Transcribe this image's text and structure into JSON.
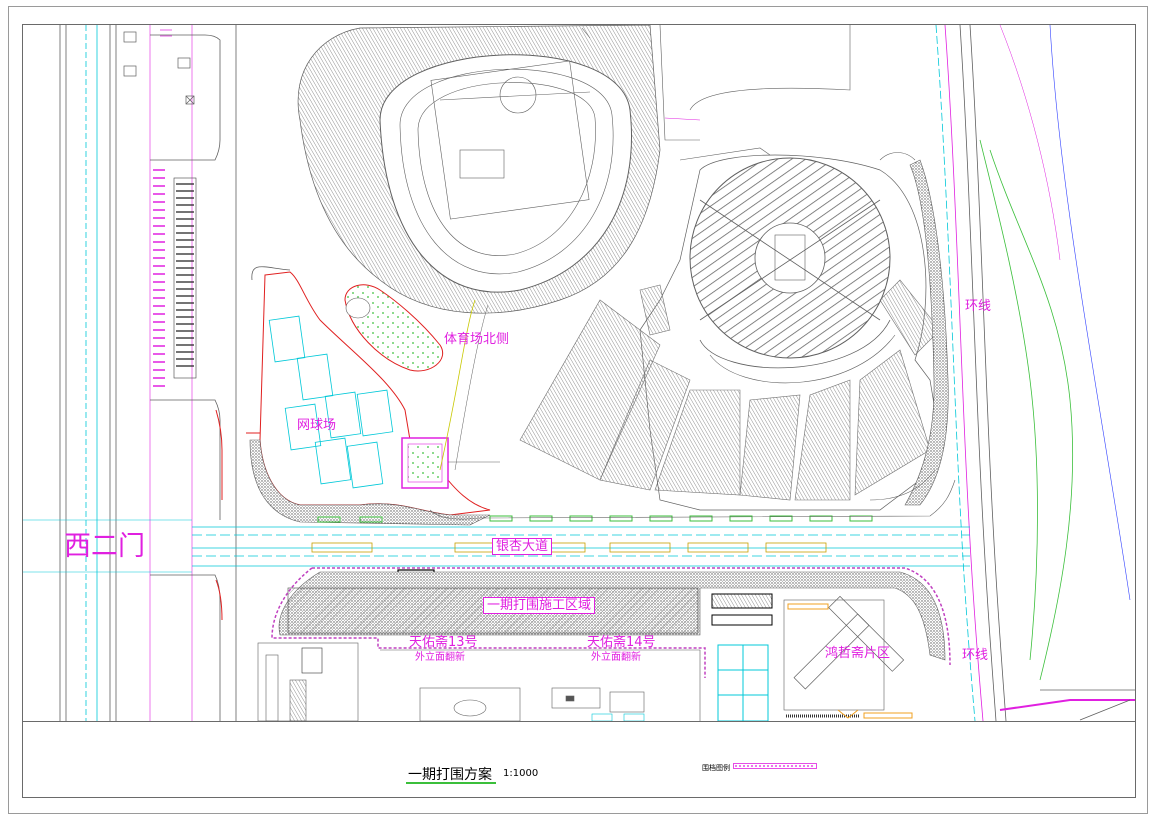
{
  "plan": {
    "title": "一期打围方案",
    "scale": "1:1000",
    "legend_label": "围档图例"
  },
  "map_labels": {
    "west_gate": "西二门",
    "ginkgo_avenue": "银杏大道",
    "stadium_north": "体育场北侧",
    "tennis_court": "网球场",
    "ring_road_upper": "环线",
    "ring_road_lower": "环线",
    "phase1_zone": "一期打围施工区域",
    "tianyouzhai13": "天佑斋13号",
    "tianyouzhai13_note": "外立面翻新",
    "tianyouzhai14": "天佑斋14号",
    "tianyouzhai14_note": "外立面翻新",
    "hongzhe_area": "鸿哲斋片区"
  },
  "colors": {
    "label": "#e020e0",
    "road": "#00c8d8",
    "green": "#3bbf3b",
    "line": "#606060",
    "hatch": "#8a8a8a",
    "boundary": "#c040c0",
    "red": "#e02020",
    "orange": "#f0a020",
    "blue": "#3040ff"
  }
}
